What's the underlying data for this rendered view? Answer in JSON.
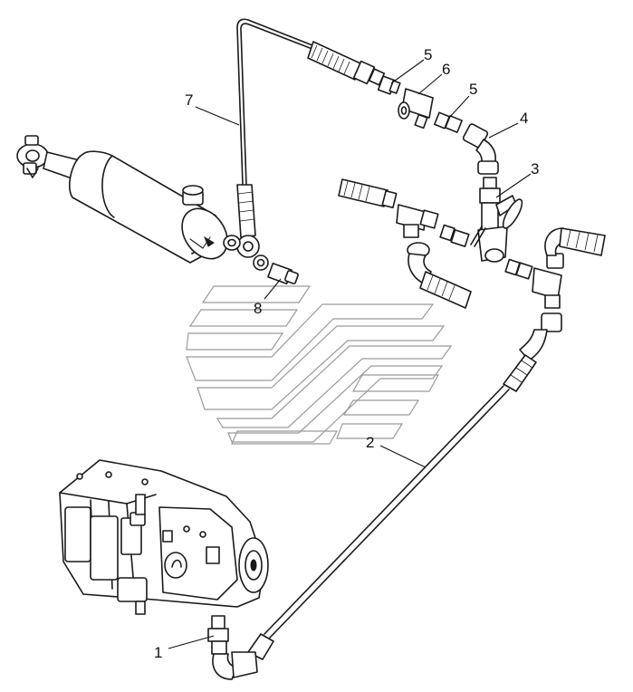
{
  "callouts": [
    {
      "id": "1",
      "label": "1"
    },
    {
      "id": "2",
      "label": "2"
    },
    {
      "id": "3",
      "label": "3"
    },
    {
      "id": "4",
      "label": "4"
    },
    {
      "id": "5a",
      "label": "5"
    },
    {
      "id": "5b",
      "label": "5"
    },
    {
      "id": "6",
      "label": "6"
    },
    {
      "id": "7",
      "label": "7"
    },
    {
      "id": "8",
      "label": "8"
    }
  ],
  "colors": {
    "ink": "#1a1a1a",
    "watermark": "#9a9a9a",
    "background": "#ffffff"
  }
}
